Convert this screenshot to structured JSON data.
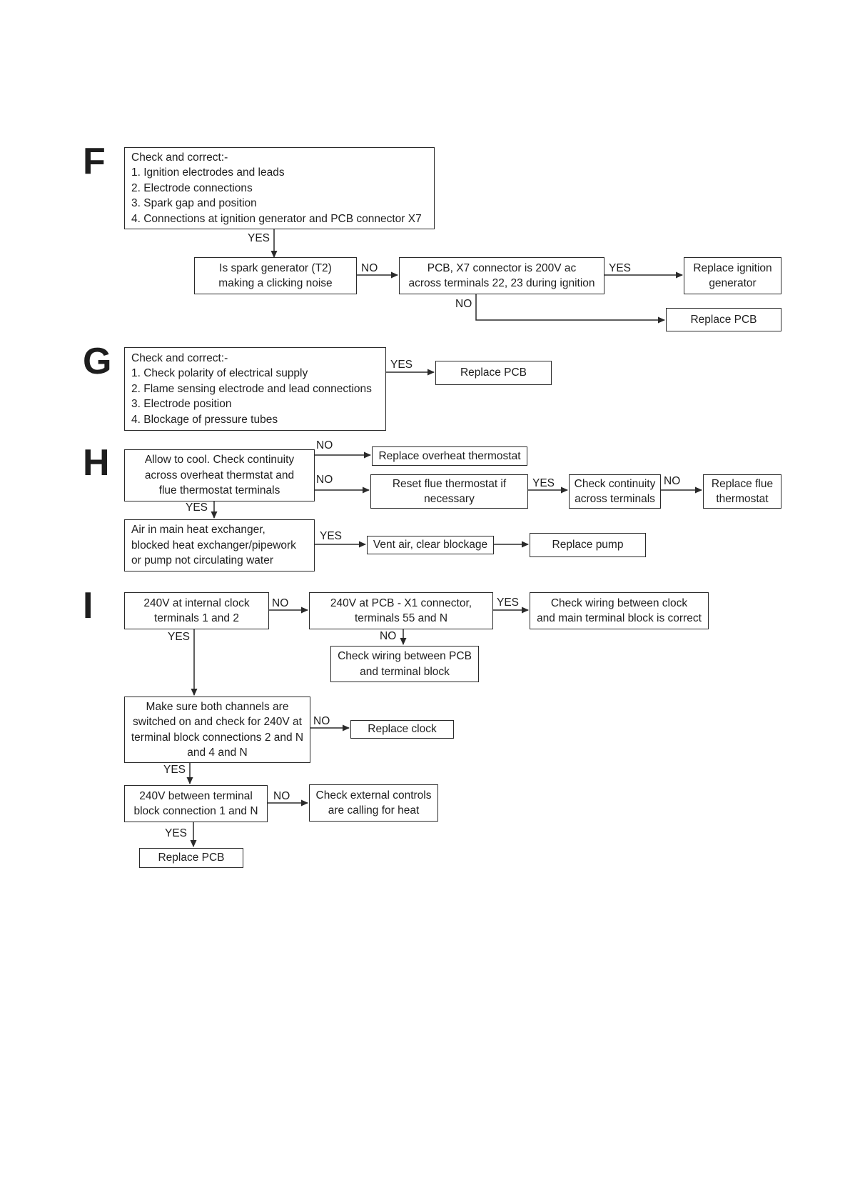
{
  "sections": {
    "f": {
      "letter": "F",
      "check": {
        "title": "Check and correct:-",
        "items": [
          "1. Ignition electrodes and leads",
          "2. Electrode connections",
          "3. Spark gap and position",
          "4. Connections at ignition generator and PCB connector X7"
        ]
      },
      "spark": [
        "Is spark generator (T2)",
        "making a clicking noise"
      ],
      "pcb_x7": [
        "PCB, X7 connector is 200V ac",
        "across terminals 22, 23 during ignition"
      ],
      "replace_ignition": [
        "Replace ignition",
        "generator"
      ],
      "replace_pcb": "Replace PCB",
      "labels": {
        "yes1": "YES",
        "no1": "NO",
        "yes2": "YES",
        "no2": "NO"
      }
    },
    "g": {
      "letter": "G",
      "check": {
        "title": "Check and correct:-",
        "items": [
          "1. Check polarity of electrical supply",
          "2. Flame sensing electrode and lead connections",
          "3. Electrode position",
          "4. Blockage of pressure tubes"
        ]
      },
      "replace_pcb": "Replace PCB",
      "labels": {
        "yes1": "YES"
      }
    },
    "h": {
      "letter": "H",
      "cool": [
        "Allow to cool. Check continuity",
        "across overheat thermstat and",
        "flue thermostat terminals"
      ],
      "replace_overheat": "Replace overheat thermostat",
      "reset_flue": [
        "Reset flue thermostat if",
        "necessary"
      ],
      "check_continuity": [
        "Check continuity",
        "across terminals"
      ],
      "replace_flue": [
        "Replace flue",
        "thermostat"
      ],
      "air": [
        "Air in main heat exchanger,",
        "blocked heat exchanger/pipework",
        "or pump not circulating water"
      ],
      "vent": "Vent air, clear blockage",
      "replace_pump": "Replace pump",
      "labels": {
        "no1": "NO",
        "no2": "NO",
        "yes1": "YES",
        "no3": "NO",
        "yes2": "YES",
        "yes3": "YES"
      }
    },
    "i": {
      "letter": "I",
      "clock": [
        "240V at internal clock",
        "terminals 1 and 2"
      ],
      "pcb_x1": [
        "240V at PCB - X1 connector,",
        "terminals 55 and N"
      ],
      "wiring_clock": [
        "Check wiring between clock",
        "and main terminal block is correct"
      ],
      "wiring_pcb": [
        "Check wiring between PCB",
        "and terminal block"
      ],
      "channels": [
        "Make sure both channels are",
        "switched on and check for 240V at",
        "terminal block connections 2 and N",
        "and 4 and N"
      ],
      "replace_clock": "Replace clock",
      "terminal_240": [
        "240V between terminal",
        "block connection 1 and N"
      ],
      "external": [
        "Check external controls",
        "are calling for heat"
      ],
      "replace_pcb": "Replace PCB",
      "labels": {
        "no1": "NO",
        "yes1": "YES",
        "no2": "NO",
        "yes2": "YES",
        "no3": "NO",
        "yes3": "YES",
        "no4": "NO",
        "yes4": "YES"
      }
    }
  }
}
